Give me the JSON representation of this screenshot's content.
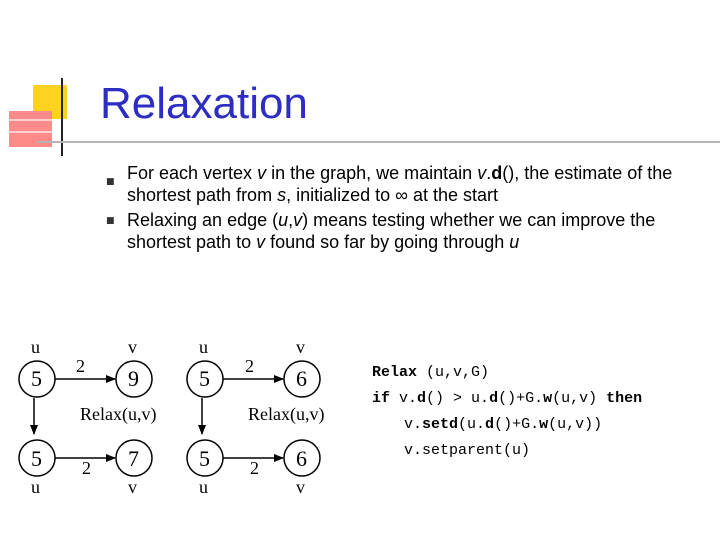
{
  "title": "Relaxation",
  "bullets": [
    "For each vertex v in the graph, we maintain v.d(), the estimate of the shortest path from s, initialized to ∞ at the start",
    "Relaxing an edge (u,v) means testing whether we can improve the shortest path to v found so far by going through u"
  ],
  "examples": [
    {
      "before": {
        "u_label": "u",
        "v_label": "v",
        "u_value": "5",
        "v_value": "9",
        "weight": "2"
      },
      "operation": "Relax(u,v)",
      "after": {
        "u_label": "u",
        "v_label": "v",
        "u_value": "5",
        "v_value": "7",
        "weight": "2"
      }
    },
    {
      "before": {
        "u_label": "u",
        "v_label": "v",
        "u_value": "5",
        "v_value": "6",
        "weight": "2"
      },
      "operation": "Relax(u,v)",
      "after": {
        "u_label": "u",
        "v_label": "v",
        "u_value": "5",
        "v_value": "6",
        "weight": "2"
      }
    }
  ],
  "code": {
    "line1": "Relax (u,v,G)",
    "line2": "if v.d() > u.d()+G.w(u,v) then",
    "line3": "v.setd(u.d()+G.w(u,v))",
    "line4": "v.setparent(u)"
  },
  "colors": {
    "title": "#2d2dc3",
    "accent_yellow": "#ffd21f",
    "accent_red": "#ff8a8a"
  }
}
